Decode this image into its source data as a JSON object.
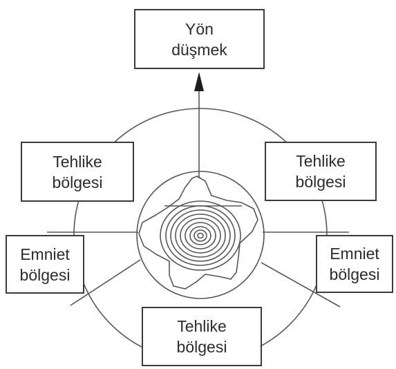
{
  "diagram": {
    "top_box": {
      "line1": "Yön",
      "line2": "düşmek"
    },
    "top_left_box": {
      "line1": "Tehlike",
      "line2": "bölgesi"
    },
    "top_right_box": {
      "line1": "Tehlike",
      "line2": "bölgesi"
    },
    "mid_left_box": {
      "line1": "Emniet",
      "line2": "bölgesi"
    },
    "mid_right_box": {
      "line1": "Emniet",
      "line2": "bölgesi"
    },
    "bottom_box": {
      "line1": "Tehlike",
      "line2": "bölgesi"
    }
  },
  "colors": {
    "line": "#555555",
    "box_border": "#3a3a3a",
    "text": "#2b2b2b",
    "background": "#ffffff"
  }
}
